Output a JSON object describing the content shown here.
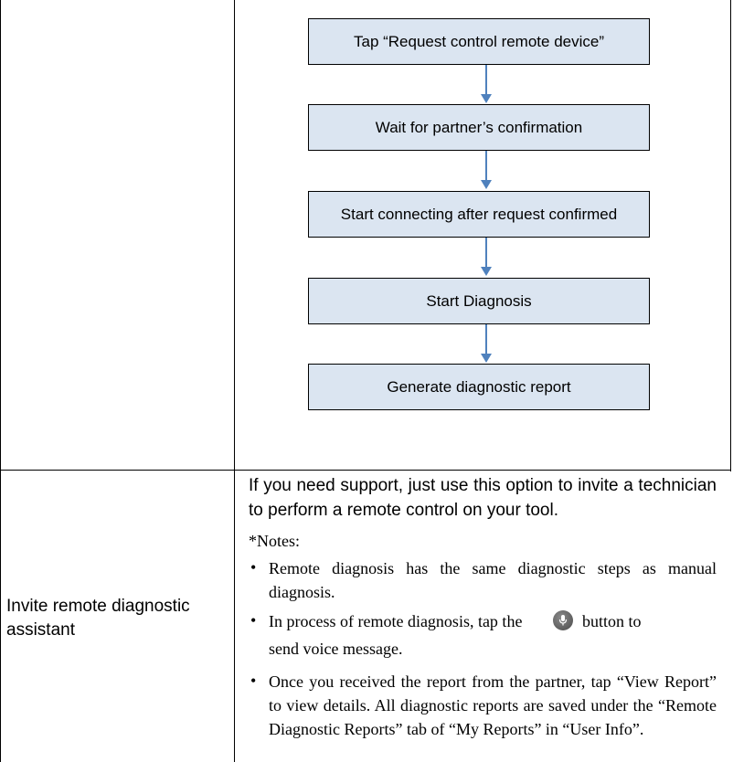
{
  "flowchart": {
    "steps": [
      "Tap “Request control remote device”",
      "Wait for partner’s confirmation",
      "Start connecting after request confirmed",
      "Start Diagnosis",
      "Generate diagnostic report"
    ]
  },
  "row": {
    "label": "Invite remote diagnostic assistant",
    "intro": "If you need support, just use this option to invite a technician to perform a remote control on your tool.",
    "notes_label": "*Notes:",
    "bullets": {
      "b1": "Remote diagnosis has the same diagnostic steps as manual diagnosis.",
      "b2_before": "In process of remote diagnosis, tap the",
      "b2_after": "button to",
      "b2_line2": "send voice message.",
      "b3": "Once you received the report from the partner, tap “View Report” to view details. All diagnostic reports are saved under the “Remote Diagnostic Reports” tab of “My Reports” in “User Info”."
    },
    "bullet_char": "•"
  },
  "icons": {
    "voice_button": "microphone-icon"
  }
}
